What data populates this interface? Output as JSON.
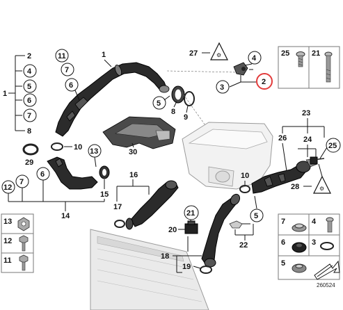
{
  "labels": {
    "l1": "1",
    "l2": "2",
    "l3": "3",
    "l4": "4",
    "l5": "5",
    "l6": "6",
    "l7": "7",
    "l8": "8",
    "l9": "9",
    "l10": "10",
    "l11": "11",
    "l12": "12",
    "l13": "13",
    "l14": "14",
    "l15": "15",
    "l16": "16",
    "l17": "17",
    "l18": "18",
    "l19": "19",
    "l20": "20",
    "l21": "21",
    "l22": "22",
    "l23": "23",
    "l24": "24",
    "l25": "25",
    "l26": "26",
    "l27": "27",
    "l28": "28",
    "l29": "29",
    "l30": "30"
  },
  "diagram_number": "260524",
  "highlight_color": "#e23b3b"
}
